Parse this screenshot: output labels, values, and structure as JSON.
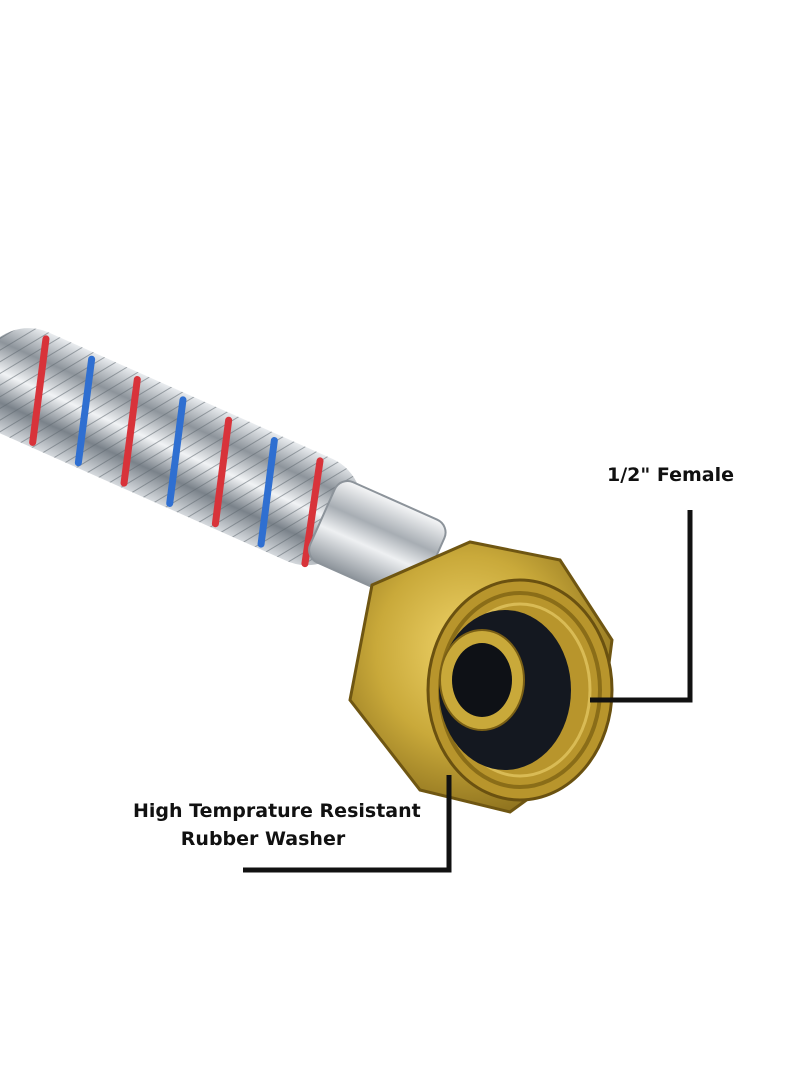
{
  "annotations": {
    "thread_label": "1/2\" Female",
    "washer_label_line1": "High Temprature Resistant",
    "washer_label_line2": "Rubber Washer"
  },
  "colors": {
    "brass": "#c9a93a",
    "brass_dark": "#8a6f1c",
    "steel": "#b9bdc2",
    "stripe_red": "#d8333a",
    "stripe_blue": "#2f6fd1",
    "callout_line": "#111111"
  }
}
